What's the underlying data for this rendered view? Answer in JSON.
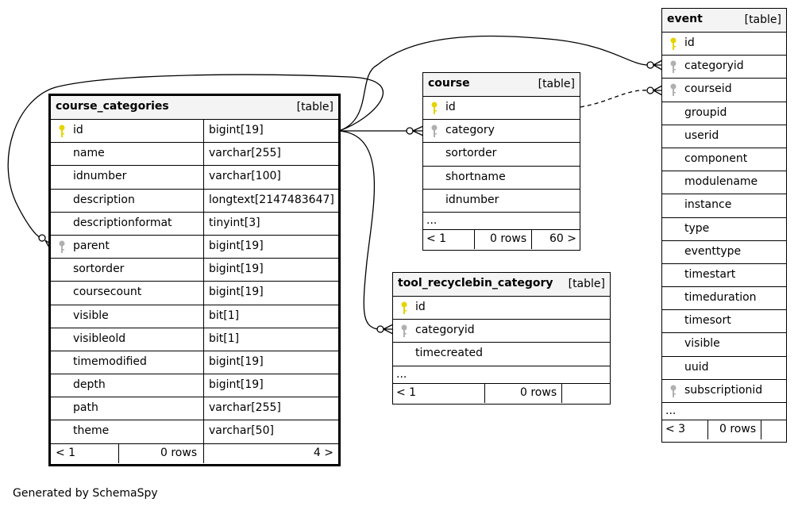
{
  "credit": "Generated by SchemaSpy",
  "icons": {
    "pk": "yellow-key-icon",
    "fk": "gray-key-icon"
  },
  "colors": {
    "pk_key": "#e6d400",
    "fk_key": "#b0b0b0",
    "header_bg": "#f4f4f4"
  },
  "course_categories": {
    "name": "course_categories",
    "type": "[table]",
    "columns": [
      {
        "name": "id",
        "dtype": "bigint[19]",
        "key": "pk"
      },
      {
        "name": "name",
        "dtype": "varchar[255]",
        "key": ""
      },
      {
        "name": "idnumber",
        "dtype": "varchar[100]",
        "key": ""
      },
      {
        "name": "description",
        "dtype": "longtext[2147483647]",
        "key": ""
      },
      {
        "name": "descriptionformat",
        "dtype": "tinyint[3]",
        "key": ""
      },
      {
        "name": "parent",
        "dtype": "bigint[19]",
        "key": "fk"
      },
      {
        "name": "sortorder",
        "dtype": "bigint[19]",
        "key": ""
      },
      {
        "name": "coursecount",
        "dtype": "bigint[19]",
        "key": ""
      },
      {
        "name": "visible",
        "dtype": "bit[1]",
        "key": ""
      },
      {
        "name": "visibleold",
        "dtype": "bit[1]",
        "key": ""
      },
      {
        "name": "timemodified",
        "dtype": "bigint[19]",
        "key": ""
      },
      {
        "name": "depth",
        "dtype": "bigint[19]",
        "key": ""
      },
      {
        "name": "path",
        "dtype": "varchar[255]",
        "key": ""
      },
      {
        "name": "theme",
        "dtype": "varchar[50]",
        "key": ""
      }
    ],
    "footer": {
      "parents": "< 1",
      "rows": "0 rows",
      "children": "4 >"
    }
  },
  "course": {
    "name": "course",
    "type": "[table]",
    "columns": [
      {
        "name": "id",
        "key": "pk"
      },
      {
        "name": "category",
        "key": "fk"
      },
      {
        "name": "sortorder",
        "key": ""
      },
      {
        "name": "shortname",
        "key": ""
      },
      {
        "name": "idnumber",
        "key": ""
      }
    ],
    "ellipsis": "...",
    "footer": {
      "parents": "< 1",
      "rows": "0 rows",
      "children": "60 >"
    }
  },
  "tool_recyclebin_category": {
    "name": "tool_recyclebin_category",
    "type": "[table]",
    "columns": [
      {
        "name": "id",
        "key": "pk"
      },
      {
        "name": "categoryid",
        "key": "fk"
      },
      {
        "name": "timecreated",
        "key": ""
      }
    ],
    "ellipsis": "...",
    "footer": {
      "parents": "< 1",
      "rows": "0 rows",
      "children": ""
    }
  },
  "event": {
    "name": "event",
    "type": "[table]",
    "columns": [
      {
        "name": "id",
        "key": "pk"
      },
      {
        "name": "categoryid",
        "key": "fk"
      },
      {
        "name": "courseid",
        "key": "fk"
      },
      {
        "name": "groupid",
        "key": ""
      },
      {
        "name": "userid",
        "key": ""
      },
      {
        "name": "component",
        "key": ""
      },
      {
        "name": "modulename",
        "key": ""
      },
      {
        "name": "instance",
        "key": ""
      },
      {
        "name": "type",
        "key": ""
      },
      {
        "name": "eventtype",
        "key": ""
      },
      {
        "name": "timestart",
        "key": ""
      },
      {
        "name": "timeduration",
        "key": ""
      },
      {
        "name": "timesort",
        "key": ""
      },
      {
        "name": "visible",
        "key": ""
      },
      {
        "name": "uuid",
        "key": ""
      },
      {
        "name": "subscriptionid",
        "key": "fk"
      }
    ],
    "ellipsis": "...",
    "footer": {
      "parents": "< 3",
      "rows": "0 rows",
      "children": ""
    }
  }
}
